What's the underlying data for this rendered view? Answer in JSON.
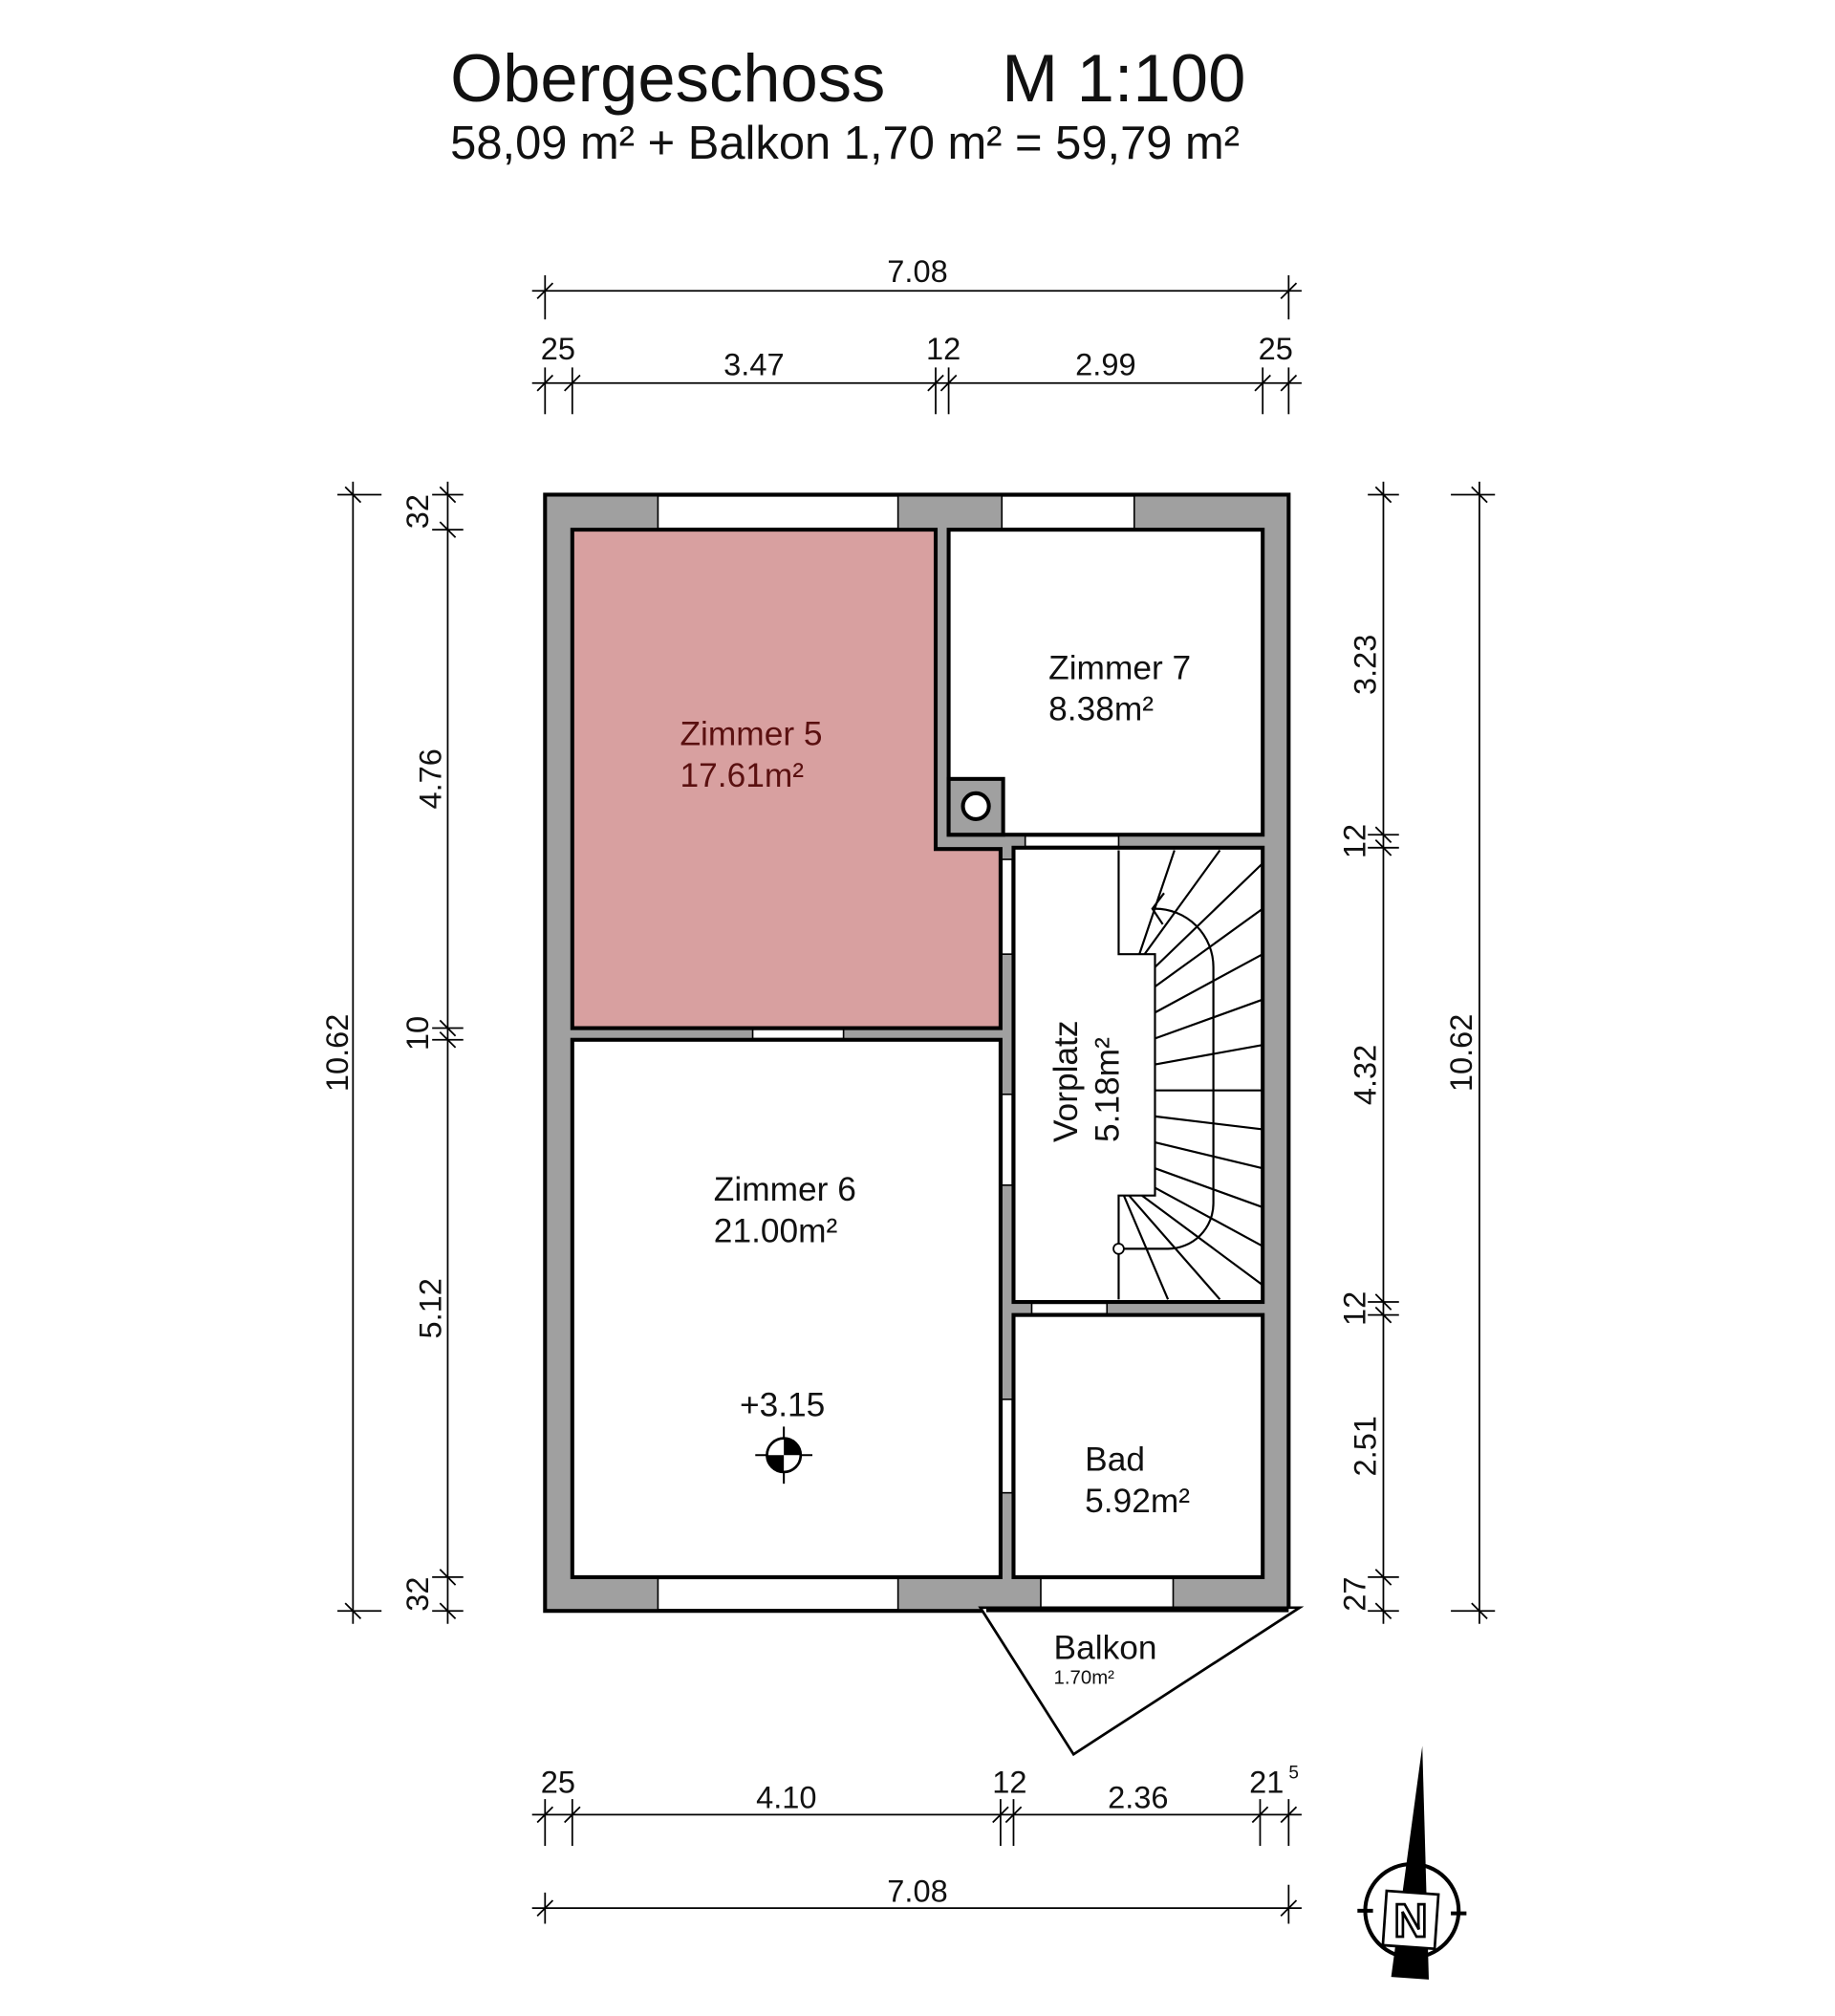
{
  "title": {
    "floor": "Obergeschoss",
    "scale": "M 1:100",
    "area_summary": "58,09 m² + Balkon 1,70 m² = 59,79 m²"
  },
  "colors": {
    "highlight_room": "#d8a0a0",
    "highlight_text": "#5a1010",
    "wall": "#a0a0a0"
  },
  "rooms": {
    "zimmer5": {
      "name": "Zimmer 5",
      "area": "17.61m²"
    },
    "zimmer6": {
      "name": "Zimmer 6",
      "area": "21.00m²"
    },
    "zimmer7": {
      "name": "Zimmer 7",
      "area": "8.38m²"
    },
    "vorplatz": {
      "name": "Vorplatz",
      "area": "5.18m²"
    },
    "bad": {
      "name": "Bad",
      "area": "5.92m²"
    },
    "balkon": {
      "name": "Balkon",
      "area": "1.70m²"
    }
  },
  "level": "+3.15",
  "dimensions": {
    "top_total": "7.08",
    "top": [
      "25",
      "3.47",
      "12",
      "2.99",
      "25"
    ],
    "bottom": [
      "25",
      "4.10",
      "12",
      "2.36",
      "21"
    ],
    "bottom_last_sup": "5",
    "bottom_total": "7.08",
    "left_total": "10.62",
    "left": [
      "32",
      "4.76",
      "10",
      "5.12",
      "32"
    ],
    "right": [
      "3.23",
      "12",
      "4.32",
      "12",
      "2.51",
      "27"
    ],
    "right_total": "10.62"
  },
  "north": {
    "label": "N"
  }
}
